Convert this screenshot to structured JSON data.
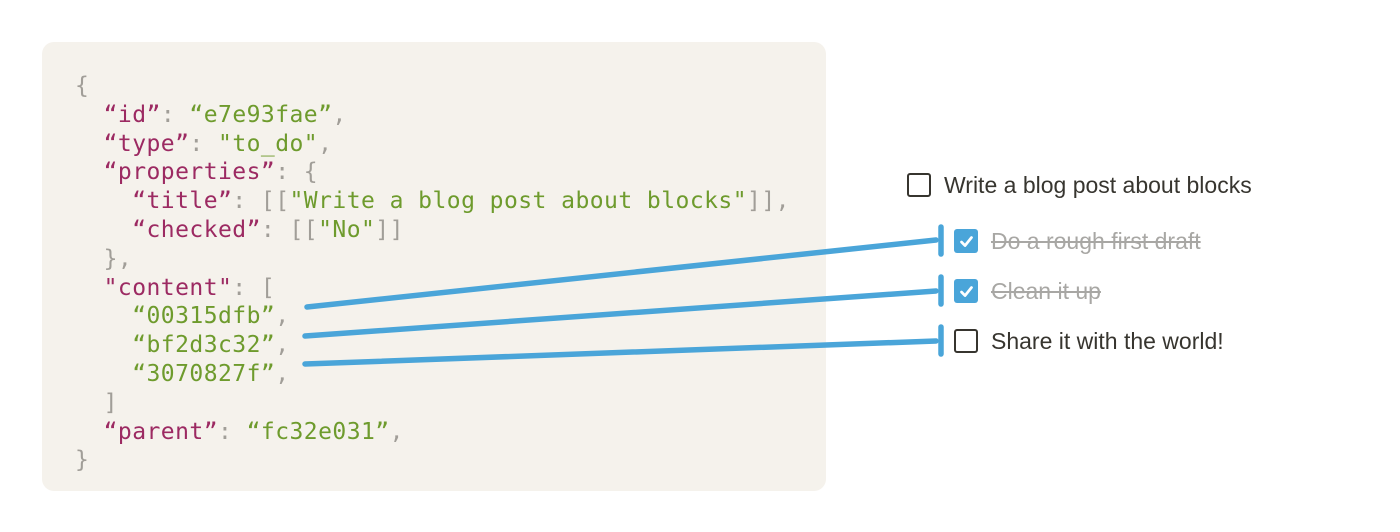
{
  "code_block": {
    "language": "json",
    "lines": [
      [
        {
          "t": "{",
          "c": "p"
        }
      ],
      [
        {
          "t": "  ",
          "c": "p"
        },
        {
          "t": "“id”",
          "c": "k"
        },
        {
          "t": ": ",
          "c": "p"
        },
        {
          "t": "“e7e93fae”",
          "c": "v"
        },
        {
          "t": ",",
          "c": "p"
        }
      ],
      [
        {
          "t": "  ",
          "c": "p"
        },
        {
          "t": "“type”",
          "c": "k"
        },
        {
          "t": ": ",
          "c": "p"
        },
        {
          "t": "\"to_do\"",
          "c": "v"
        },
        {
          "t": ",",
          "c": "p"
        }
      ],
      [
        {
          "t": "  ",
          "c": "p"
        },
        {
          "t": "“properties”",
          "c": "k"
        },
        {
          "t": ": {",
          "c": "p"
        }
      ],
      [
        {
          "t": "    ",
          "c": "p"
        },
        {
          "t": "“title”",
          "c": "k"
        },
        {
          "t": ": [[",
          "c": "p"
        },
        {
          "t": "\"Write a blog post about blocks\"",
          "c": "v"
        },
        {
          "t": "]],",
          "c": "p"
        }
      ],
      [
        {
          "t": "    ",
          "c": "p"
        },
        {
          "t": "“checked”",
          "c": "k"
        },
        {
          "t": ": [[",
          "c": "p"
        },
        {
          "t": "\"No\"",
          "c": "v"
        },
        {
          "t": "]]",
          "c": "p"
        }
      ],
      [
        {
          "t": "  },",
          "c": "p"
        }
      ],
      [
        {
          "t": "  ",
          "c": "p"
        },
        {
          "t": "\"content\"",
          "c": "k"
        },
        {
          "t": ": [",
          "c": "p"
        }
      ],
      [
        {
          "t": "    ",
          "c": "p"
        },
        {
          "t": "“00315dfb”",
          "c": "v"
        },
        {
          "t": ",",
          "c": "p"
        }
      ],
      [
        {
          "t": "    ",
          "c": "p"
        },
        {
          "t": "“bf2d3c32”",
          "c": "v"
        },
        {
          "t": ",",
          "c": "p"
        }
      ],
      [
        {
          "t": "    ",
          "c": "p"
        },
        {
          "t": "“3070827f”",
          "c": "v"
        },
        {
          "t": ",",
          "c": "p"
        }
      ],
      [
        {
          "t": "  ]",
          "c": "p"
        }
      ],
      [
        {
          "t": "  ",
          "c": "p"
        },
        {
          "t": "“parent”",
          "c": "k"
        },
        {
          "t": ": ",
          "c": "p"
        },
        {
          "t": "“fc32e031”",
          "c": "v"
        },
        {
          "t": ",",
          "c": "p"
        }
      ],
      [
        {
          "t": "}",
          "c": "p"
        }
      ]
    ]
  },
  "todo_list": {
    "items": [
      {
        "label": "Write a blog post about blocks",
        "checked": false,
        "completed": false,
        "indented": false,
        "connected": false
      },
      {
        "label": "Do a rough first draft",
        "checked": true,
        "completed": true,
        "indented": true,
        "connected": true
      },
      {
        "label": "Clean it up",
        "checked": true,
        "completed": true,
        "indented": true,
        "connected": true
      },
      {
        "label": "Share it with the world!",
        "checked": false,
        "completed": false,
        "indented": true,
        "connected": true
      }
    ]
  },
  "connections": [
    {
      "from_block_id": "00315dfb",
      "to_item": "Do a rough first draft"
    },
    {
      "from_block_id": "bf2d3c32",
      "to_item": "Clean it up"
    },
    {
      "from_block_id": "3070827f",
      "to_item": "Share it with the world!"
    }
  ],
  "icons": {
    "checked_checkbox": "checkmark-icon",
    "unchecked_checkbox": "empty-checkbox"
  },
  "colors": {
    "connector_blue": "#4aa5d9",
    "checked_checkbox_blue": "#4aa5d9",
    "code_key_magenta": "#9c2a62",
    "code_value_green": "#6e9b2d",
    "code_punctuation_gray": "#a19e98",
    "panel_background": "#f5f2ec",
    "todo_text_dark": "#37352f",
    "todo_text_completed_gray": "#a8a7a4",
    "page_background": "#ffffff"
  }
}
